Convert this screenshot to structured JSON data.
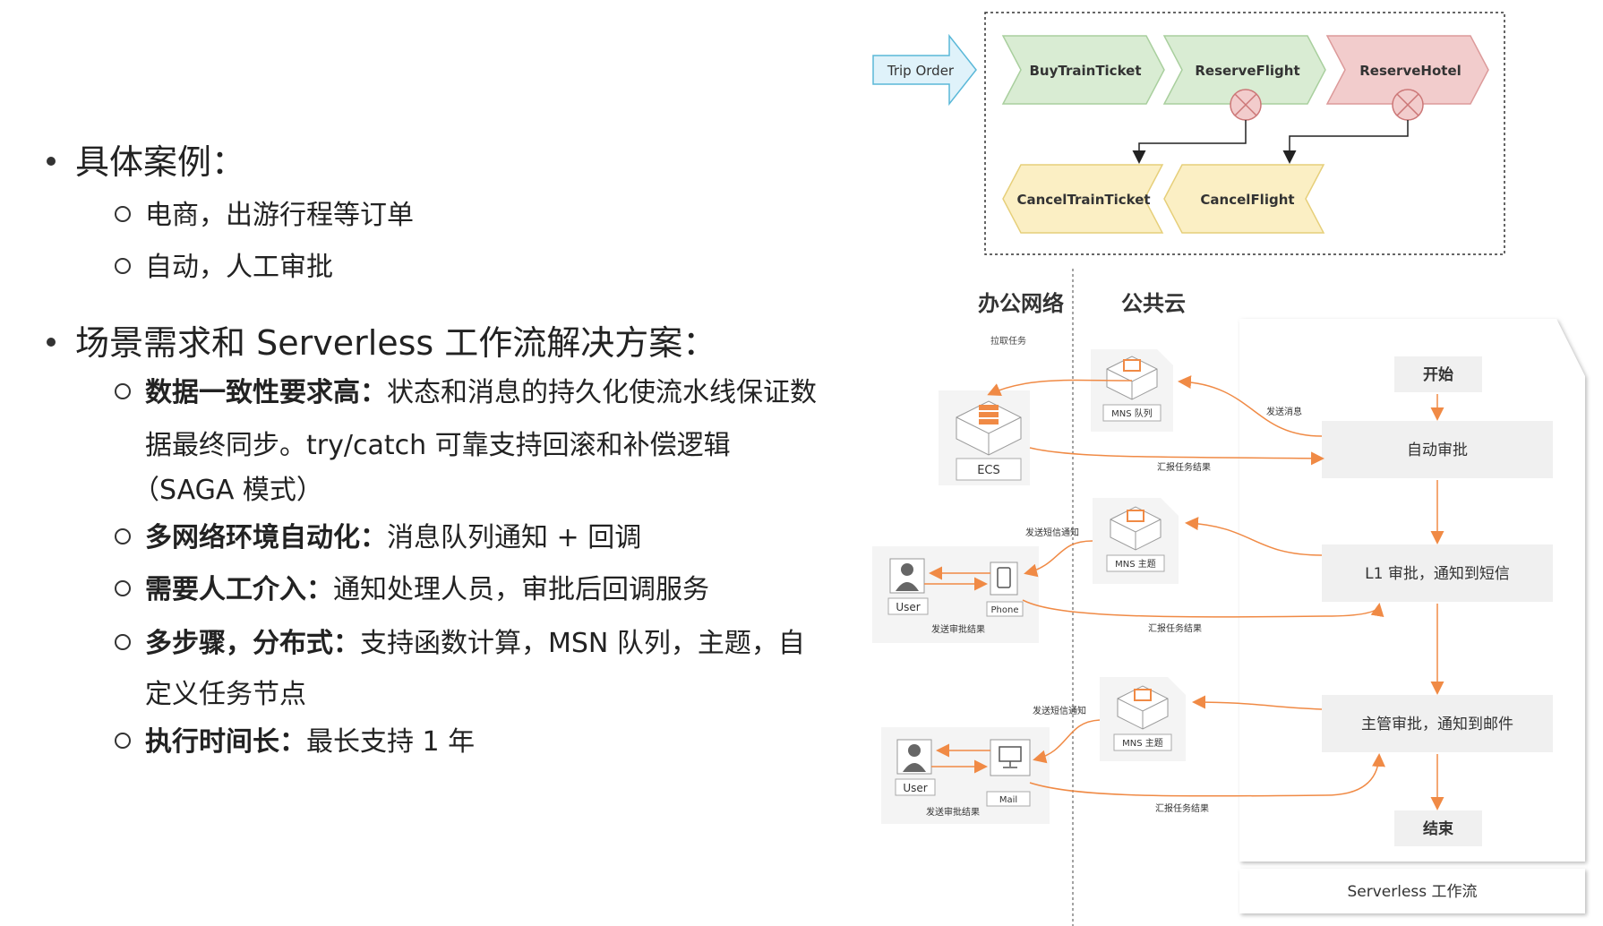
{
  "bullets": {
    "case_title": "具体案例：",
    "case_items": [
      "电商，出游行程等订单",
      "自动，人工审批"
    ],
    "req_title": "场景需求和 Serverless 工作流解决方案：",
    "req_items": [
      {
        "label": "数据一致性要求高：",
        "text": "状态和消息的持久化使流水线保证数",
        "cont": [
          "据最终同步。try/catch 可靠支持回滚和补偿逻辑",
          "（SAGA 模式）"
        ]
      },
      {
        "label": "多网络环境自动化：",
        "text": "消息队列通知 + 回调",
        "cont": []
      },
      {
        "label": "需要人工介入：",
        "text": "通知处理人员，审批后回调服务",
        "cont": []
      },
      {
        "label": "多步骤，分布式：",
        "text": "支持函数计算，MSN 队列，主题，自",
        "cont": [
          "定义任务节点"
        ]
      },
      {
        "label": "执行时间长：",
        "text": "最长支持 1 年",
        "cont": []
      }
    ]
  },
  "saga": {
    "trip_order": "Trip Order",
    "steps": [
      "BuyTrainTicket",
      "ReserveFlight",
      "ReserveHotel"
    ],
    "compensations": [
      "CancelTrainTicket",
      "CancelFlight"
    ],
    "colors": {
      "green": "#d9ecd3",
      "red": "#f2cccc",
      "yellow": "#fbefc4",
      "input": "#dff2fa"
    }
  },
  "flow": {
    "zone_office": "办公网络",
    "zone_cloud": "公共云",
    "pull_task": "拉取任务",
    "ecs": "ECS",
    "mns_queue": "MNS 队列",
    "mns_topic_1": "MNS 主题",
    "mns_topic_2": "MNS 主题",
    "send_msg": "发送消息",
    "report_1": "汇报任务结果",
    "report_2": "汇报任务结果",
    "report_3": "汇报任务结果",
    "send_sms_1": "发送短信通知",
    "send_sms_2": "发送短信通知",
    "send_approval_1": "发送审批结果",
    "send_approval_2": "发送审批结果",
    "user_1": "User",
    "user_2": "User",
    "phone": "Phone",
    "mail": "Mail",
    "steps": {
      "start": "开始",
      "auto": "自动审批",
      "l1": "L1 审批，通知到短信",
      "manager": "主管审批，通知到邮件",
      "end": "结束"
    },
    "workflow_label": "Serverless 工作流",
    "accent": "#f08a45"
  }
}
